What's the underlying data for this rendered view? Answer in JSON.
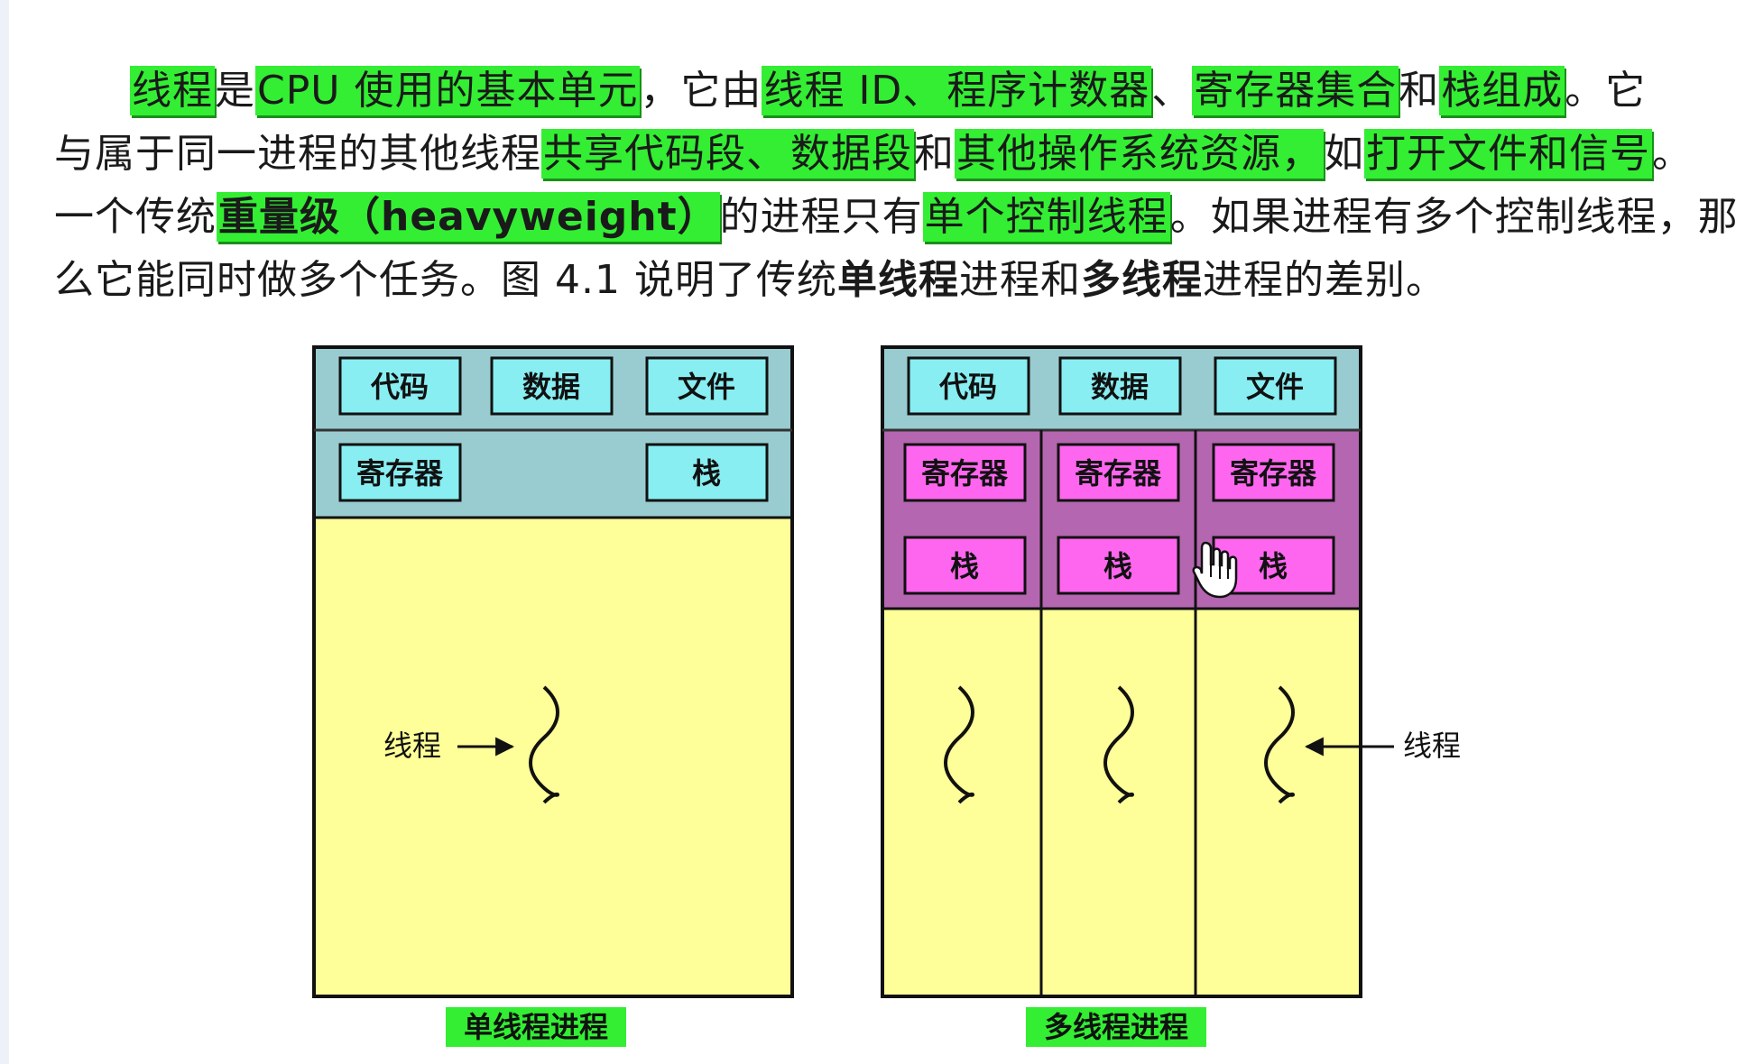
{
  "paragraph": {
    "l1": {
      "s1": "线程",
      "s2": "是",
      "s3": "CPU 使用的基本单元",
      "s4": "，它由",
      "s5": "线程 ID、",
      "s6": "程序计数器",
      "s7": "、",
      "s8": "寄存器集合",
      "s9": "和",
      "s10": "栈组成",
      "s11": "。它"
    },
    "l2": {
      "s1": "与属于同一进程的其他线程",
      "s2": "共享代码段、",
      "s3": "数据段",
      "s4": "和",
      "s5": "其他操作系统资源，",
      "s6": "如",
      "s7": "打开文件和信号",
      "s8": "。"
    },
    "l3": {
      "s1": "一个传统",
      "s2": "重量级（heavyweight）",
      "s3": "的进程只有",
      "s4": "单个控制线程",
      "s5": "。如果进程有多个控制线程，那"
    },
    "l4": {
      "s1": "么它能同时做多个任务。图 4.1 说明了传统",
      "s2": "单线程",
      "s3": "进程和",
      "s4": "多线程",
      "s5": "进程的差别。"
    }
  },
  "figure": {
    "single": {
      "code": "代码",
      "data": "数据",
      "files": "文件",
      "registers": "寄存器",
      "stack": "栈",
      "thread_label": "线程",
      "caption": "单线程进程"
    },
    "multi": {
      "code": "代码",
      "data": "数据",
      "files": "文件",
      "registers": [
        "寄存器",
        "寄存器",
        "寄存器"
      ],
      "stacks": [
        "栈",
        "栈",
        "栈"
      ],
      "thread_label": "线程",
      "caption": "多线程进程"
    }
  },
  "colors": {
    "highlight": "#33ee33",
    "shared_band": "#99ccd0",
    "shared_box": "#88eef2",
    "thread_band": "#b566b0",
    "thread_box": "#ff66f0",
    "thread_area": "#ffff99"
  },
  "icons": {
    "cursor": "hand-pointer-icon"
  }
}
